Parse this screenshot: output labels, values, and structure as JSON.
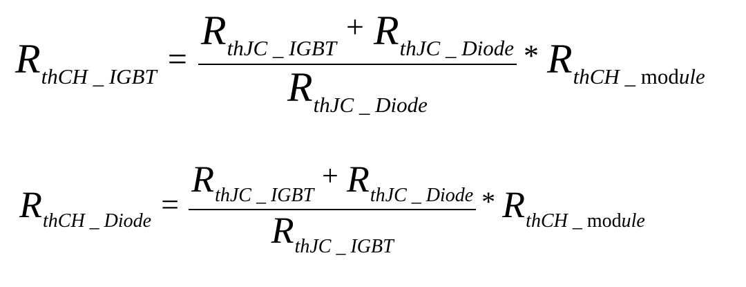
{
  "equations": [
    {
      "lhs": {
        "symbol": "R",
        "subscript": "thCH _ IGBT"
      },
      "equals": "=",
      "numerator": [
        {
          "symbol": "R",
          "subscript": "thJC _ IGBT"
        },
        {
          "operator": "+"
        },
        {
          "symbol": "R",
          "subscript": "thJC _ Diode"
        }
      ],
      "denominator": {
        "symbol": "R",
        "subscript": "thJC _ Diode"
      },
      "multiply": "*",
      "factor": {
        "symbol": "R",
        "subscript_italic": "thCH _ ",
        "subscript_upright": "mod",
        "subscript_tail": "ule"
      }
    },
    {
      "lhs": {
        "symbol": "R",
        "subscript": "thCH _ Diode"
      },
      "equals": "=",
      "numerator": [
        {
          "symbol": "R",
          "subscript": "thJC _ IGBT"
        },
        {
          "operator": "+"
        },
        {
          "symbol": "R",
          "subscript": "thJC _ Diode"
        }
      ],
      "denominator": {
        "symbol": "R",
        "subscript": "thJC _ IGBT"
      },
      "multiply": "*",
      "factor": {
        "symbol": "R",
        "subscript_italic": "thCH _ ",
        "subscript_upright": "mod",
        "subscript_tail": "ule"
      }
    }
  ]
}
